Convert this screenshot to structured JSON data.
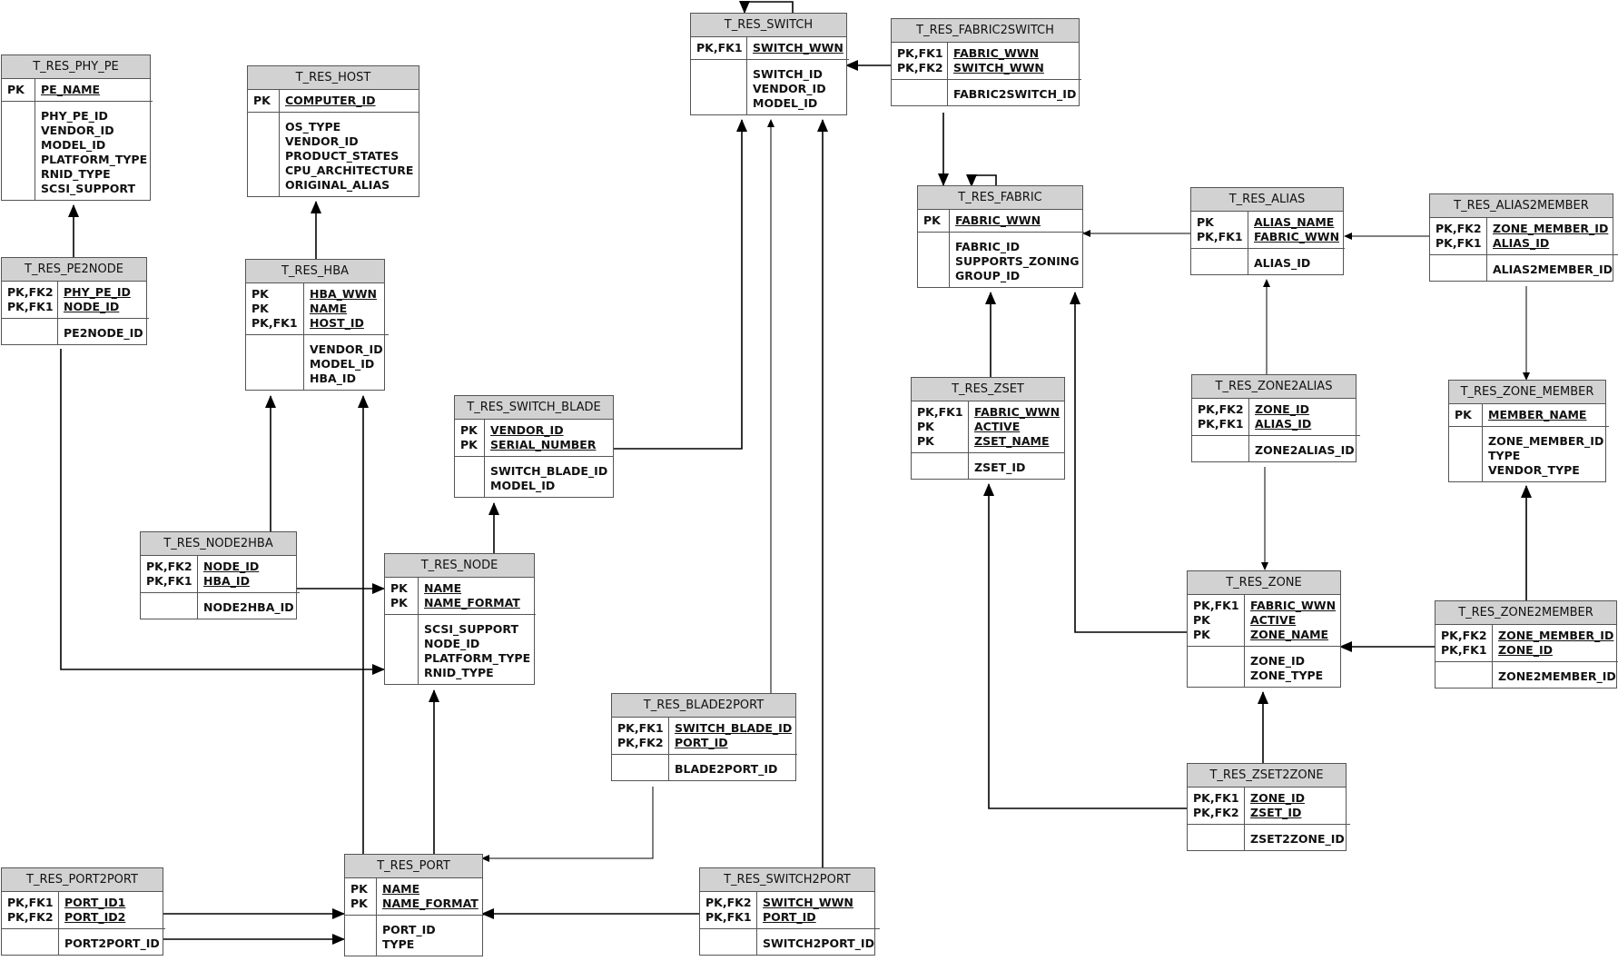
{
  "diagram": {
    "entities": [
      {
        "id": "phy_pe",
        "name": "T_RES_PHY_PE",
        "pk_tags": [
          "PK"
        ],
        "pk_cols": [
          "PE_NAME"
        ],
        "attrs": [
          "PHY_PE_ID",
          "VENDOR_ID",
          "MODEL_ID",
          "PLATFORM_TYPE",
          "RNID_TYPE",
          "SCSI_SUPPORT"
        ]
      },
      {
        "id": "host",
        "name": "T_RES_HOST",
        "pk_tags": [
          "PK"
        ],
        "pk_cols": [
          "COMPUTER_ID"
        ],
        "attrs": [
          "OS_TYPE",
          "VENDOR_ID",
          "PRODUCT_STATES",
          "CPU_ARCHITECTURE",
          "ORIGINAL_ALIAS"
        ]
      },
      {
        "id": "switch",
        "name": "T_RES_SWITCH",
        "pk_tags": [
          "PK,FK1"
        ],
        "pk_cols": [
          "SWITCH_WWN"
        ],
        "attrs": [
          "SWITCH_ID",
          "VENDOR_ID",
          "MODEL_ID"
        ]
      },
      {
        "id": "fabric2switch",
        "name": "T_RES_FABRIC2SWITCH",
        "pk_tags": [
          "PK,FK1",
          "PK,FK2"
        ],
        "pk_cols": [
          "FABRIC_WWN",
          "SWITCH_WWN"
        ],
        "attrs": [
          "FABRIC2SWITCH_ID"
        ]
      },
      {
        "id": "fabric",
        "name": "T_RES_FABRIC",
        "pk_tags": [
          "PK"
        ],
        "pk_cols": [
          "FABRIC_WWN"
        ],
        "attrs": [
          "FABRIC_ID",
          "SUPPORTS_ZONING",
          "GROUP_ID"
        ]
      },
      {
        "id": "alias",
        "name": "T_RES_ALIAS",
        "pk_tags": [
          "PK",
          "PK,FK1"
        ],
        "pk_cols": [
          "ALIAS_NAME",
          "FABRIC_WWN"
        ],
        "attrs": [
          "ALIAS_ID"
        ]
      },
      {
        "id": "alias2member",
        "name": "T_RES_ALIAS2MEMBER",
        "pk_tags": [
          "PK,FK2",
          "PK,FK1"
        ],
        "pk_cols": [
          "ZONE_MEMBER_ID",
          "ALIAS_ID"
        ],
        "attrs": [
          "ALIAS2MEMBER_ID"
        ]
      },
      {
        "id": "pe2node",
        "name": "T_RES_PE2NODE",
        "pk_tags": [
          "PK,FK2",
          "PK,FK1"
        ],
        "pk_cols": [
          "PHY_PE_ID",
          "NODE_ID"
        ],
        "attrs": [
          "PE2NODE_ID"
        ]
      },
      {
        "id": "hba",
        "name": "T_RES_HBA",
        "pk_tags": [
          "PK",
          "PK",
          "PK,FK1"
        ],
        "pk_cols": [
          "HBA_WWN",
          "NAME",
          "HOST_ID"
        ],
        "attrs": [
          "VENDOR_ID",
          "MODEL_ID",
          "HBA_ID"
        ]
      },
      {
        "id": "switch_blade",
        "name": "T_RES_SWITCH_BLADE",
        "pk_tags": [
          "PK",
          "PK"
        ],
        "pk_cols": [
          "VENDOR_ID",
          "SERIAL_NUMBER"
        ],
        "attrs": [
          "SWITCH_BLADE_ID",
          "MODEL_ID"
        ]
      },
      {
        "id": "zset",
        "name": "T_RES_ZSET",
        "pk_tags": [
          "PK,FK1",
          "PK",
          "PK"
        ],
        "pk_cols": [
          "FABRIC_WWN",
          "ACTIVE",
          "ZSET_NAME"
        ],
        "attrs": [
          "ZSET_ID"
        ]
      },
      {
        "id": "zone2alias",
        "name": "T_RES_ZONE2ALIAS",
        "pk_tags": [
          "PK,FK2",
          "PK,FK1"
        ],
        "pk_cols": [
          "ZONE_ID",
          "ALIAS_ID"
        ],
        "attrs": [
          "ZONE2ALIAS_ID"
        ]
      },
      {
        "id": "zone_member",
        "name": "T_RES_ZONE_MEMBER",
        "pk_tags": [
          "PK"
        ],
        "pk_cols": [
          "MEMBER_NAME"
        ],
        "attrs": [
          "ZONE_MEMBER_ID",
          "TYPE",
          "VENDOR_TYPE"
        ]
      },
      {
        "id": "node2hba",
        "name": "T_RES_NODE2HBA",
        "pk_tags": [
          "PK,FK2",
          "PK,FK1"
        ],
        "pk_cols": [
          "NODE_ID",
          "HBA_ID"
        ],
        "attrs": [
          "NODE2HBA_ID"
        ]
      },
      {
        "id": "node",
        "name": "T_RES_NODE",
        "pk_tags": [
          "PK",
          "PK"
        ],
        "pk_cols": [
          "NAME",
          "NAME_FORMAT"
        ],
        "attrs": [
          "SCSI_SUPPORT",
          "NODE_ID",
          "PLATFORM_TYPE",
          "RNID_TYPE"
        ]
      },
      {
        "id": "zone",
        "name": "T_RES_ZONE",
        "pk_tags": [
          "PK,FK1",
          "PK",
          "PK"
        ],
        "pk_cols": [
          "FABRIC_WWN",
          "ACTIVE",
          "ZONE_NAME"
        ],
        "attrs": [
          "ZONE_ID",
          "ZONE_TYPE"
        ]
      },
      {
        "id": "zone2member",
        "name": "T_RES_ZONE2MEMBER",
        "pk_tags": [
          "PK,FK2",
          "PK,FK1"
        ],
        "pk_cols": [
          "ZONE_MEMBER_ID",
          "ZONE_ID"
        ],
        "attrs": [
          "ZONE2MEMBER_ID"
        ]
      },
      {
        "id": "blade2port",
        "name": "T_RES_BLADE2PORT",
        "pk_tags": [
          "PK,FK1",
          "PK,FK2"
        ],
        "pk_cols": [
          "SWITCH_BLADE_ID",
          "PORT_ID"
        ],
        "attrs": [
          "BLADE2PORT_ID"
        ]
      },
      {
        "id": "zset2zone",
        "name": "T_RES_ZSET2ZONE",
        "pk_tags": [
          "PK,FK1",
          "PK,FK2"
        ],
        "pk_cols": [
          "ZONE_ID",
          "ZSET_ID"
        ],
        "attrs": [
          "ZSET2ZONE_ID"
        ]
      },
      {
        "id": "port2port",
        "name": "T_RES_PORT2PORT",
        "pk_tags": [
          "PK,FK1",
          "PK,FK2"
        ],
        "pk_cols": [
          "PORT_ID1",
          "PORT_ID2"
        ],
        "attrs": [
          "PORT2PORT_ID"
        ]
      },
      {
        "id": "port",
        "name": "T_RES_PORT",
        "pk_tags": [
          "PK",
          "PK"
        ],
        "pk_cols": [
          "NAME",
          "NAME_FORMAT"
        ],
        "attrs": [
          "PORT_ID",
          "TYPE"
        ]
      },
      {
        "id": "switch2port",
        "name": "T_RES_SWITCH2PORT",
        "pk_tags": [
          "PK,FK2",
          "PK,FK1"
        ],
        "pk_cols": [
          "SWITCH_WWN",
          "PORT_ID"
        ],
        "attrs": [
          "SWITCH2PORT_ID"
        ]
      }
    ],
    "relationships": [
      {
        "from": "pe2node",
        "to": "phy_pe"
      },
      {
        "from": "pe2node",
        "to": "node"
      },
      {
        "from": "hba",
        "to": "host"
      },
      {
        "from": "node2hba",
        "to": "hba"
      },
      {
        "from": "node2hba",
        "to": "node"
      },
      {
        "from": "switch_blade",
        "to": "switch"
      },
      {
        "from": "node",
        "to": "switch_blade"
      },
      {
        "from": "blade2port",
        "to": "switch"
      },
      {
        "from": "blade2port",
        "to": "port"
      },
      {
        "from": "switch2port",
        "to": "switch"
      },
      {
        "from": "switch2port",
        "to": "port"
      },
      {
        "from": "fabric2switch",
        "to": "switch"
      },
      {
        "from": "fabric2switch",
        "to": "fabric"
      },
      {
        "from": "switch",
        "to": "switch"
      },
      {
        "from": "fabric",
        "to": "fabric"
      },
      {
        "from": "alias",
        "to": "fabric"
      },
      {
        "from": "alias2member",
        "to": "alias"
      },
      {
        "from": "alias2member",
        "to": "zone_member"
      },
      {
        "from": "zset",
        "to": "fabric"
      },
      {
        "from": "zone",
        "to": "fabric"
      },
      {
        "from": "zone2alias",
        "to": "alias"
      },
      {
        "from": "zone2alias",
        "to": "zone"
      },
      {
        "from": "zone2member",
        "to": "zone_member"
      },
      {
        "from": "zone2member",
        "to": "zone"
      },
      {
        "from": "zset2zone",
        "to": "zone"
      },
      {
        "from": "zset2zone",
        "to": "zset"
      },
      {
        "from": "port",
        "to": "node"
      },
      {
        "from": "port",
        "to": "hba"
      },
      {
        "from": "port2port",
        "to": "port"
      }
    ]
  }
}
